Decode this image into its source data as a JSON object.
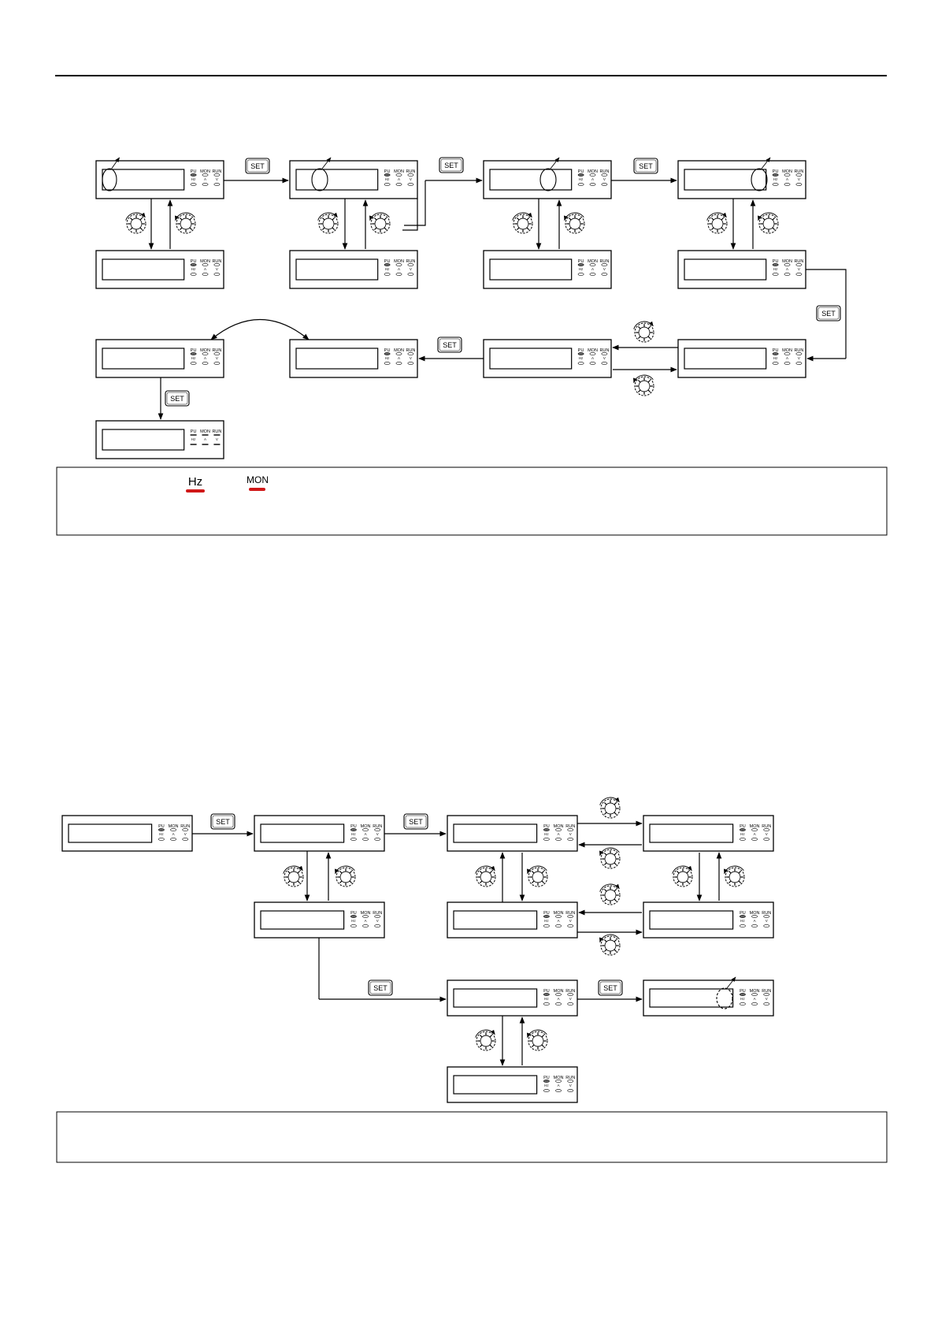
{
  "colors": {
    "stroke": "#000000",
    "highlight": "#d01818",
    "background": "#ffffff"
  },
  "display": {
    "indicators": [
      "PU",
      "MON",
      "RUN"
    ],
    "units": [
      "Hz",
      "A",
      "V"
    ]
  },
  "buttons": {
    "set_label": "SET"
  },
  "icons": {
    "dial": "setting-dial-icon"
  },
  "note1": {
    "hz_label": "Hz",
    "mon_label": "MON",
    "set_label": "SET"
  }
}
